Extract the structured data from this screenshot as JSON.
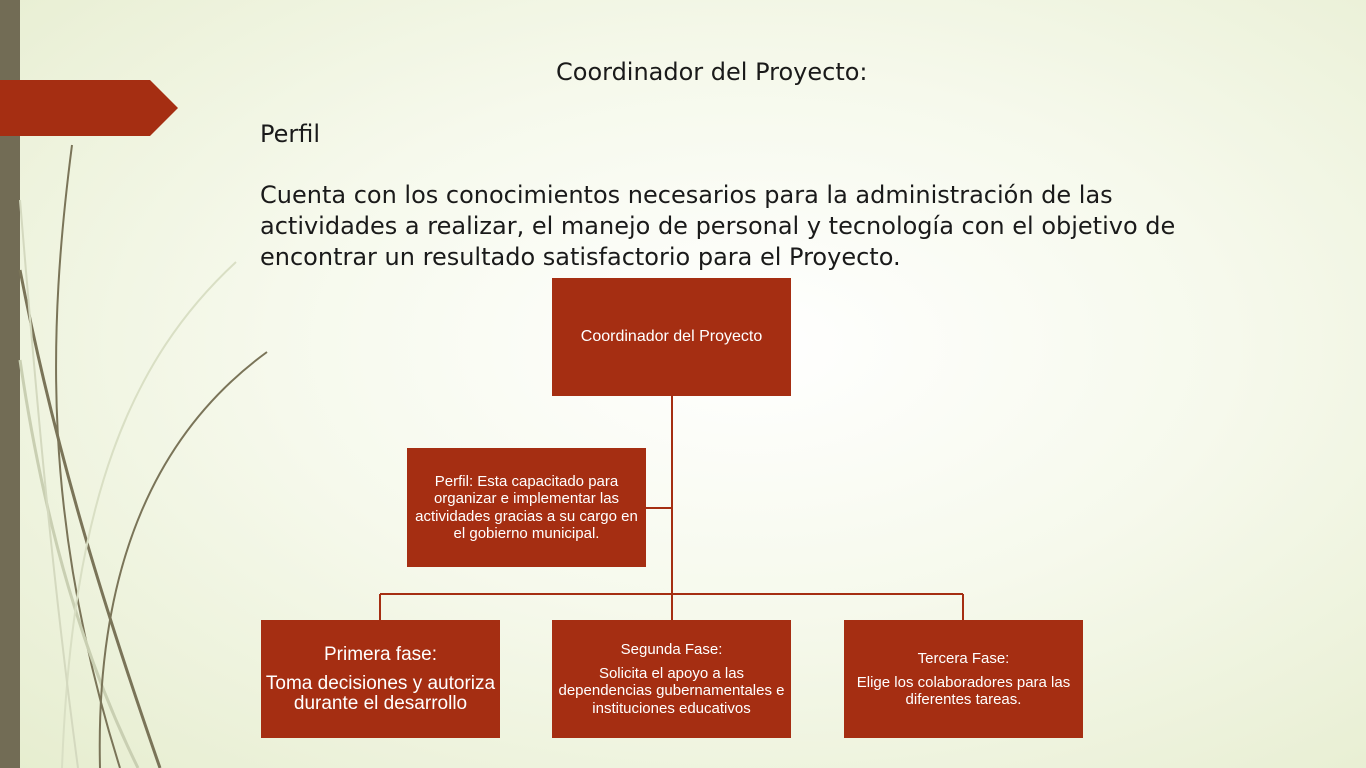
{
  "colors": {
    "accent": "#a52e12",
    "left_bar": "#726c55",
    "connector": "#a52e12"
  },
  "slide": {
    "title": "Coordinador del Proyecto:",
    "subtitle": "Perfil",
    "paragraph": "Cuenta con los conocimientos necesarios para la administración de las actividades a realizar, el manejo de personal y tecnología con el objetivo de encontrar un resultado satisfactorio para el Proyecto."
  },
  "org_chart": {
    "root": "Coordinador del Proyecto",
    "assistant": "Perfil: Esta capacitado para organizar e implementar las actividades gracias a su cargo en el gobierno municipal.",
    "phases": [
      {
        "heading": "Primera fase:",
        "body": "Toma decisiones y autoriza durante el desarrollo"
      },
      {
        "heading": "Segunda Fase:",
        "body": "Solicita el apoyo a las dependencias gubernamentales e instituciones educativos"
      },
      {
        "heading": "Tercera Fase:",
        "body": "Elige los colaboradores para las diferentes tareas."
      }
    ]
  }
}
